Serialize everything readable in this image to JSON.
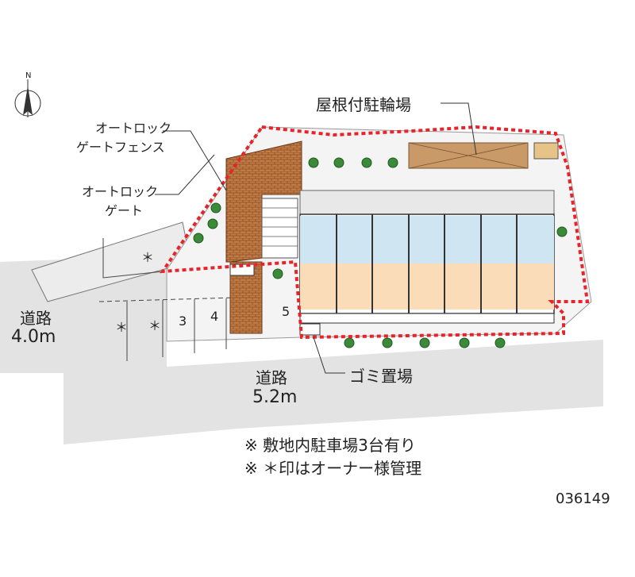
{
  "labels": {
    "bicycle_parking": "屋根付駐輪場",
    "autolock_gate_fence_1": "オートロック",
    "autolock_gate_fence_2": "ゲートフェンス",
    "autolock_gate_1": "オートロック",
    "autolock_gate_2": "ゲート",
    "garbage": "ゴミ置場",
    "road_left_name": "道路",
    "road_left_width": "4.0m",
    "road_bottom_name": "道路",
    "road_bottom_width": "5.2m",
    "note_1": "※ 敷地内駐車場3台有り",
    "note_2": "※ ＊印はオーナー様管理",
    "property_code": "036149"
  },
  "parking_spaces": [
    "＊",
    "＊",
    "＊",
    "3",
    "4",
    "5"
  ],
  "compass": {
    "north_label": "N"
  },
  "colors": {
    "boundary": "#e8242a",
    "ground": "#f3f3f3",
    "road": "#e6e6e6",
    "unit_blue": "#cfe6f2",
    "unit_orange": "#fbdcb8",
    "garden": "#3a8a3a",
    "brick": "#b5703d",
    "bike_roof": "#c79a6a"
  }
}
